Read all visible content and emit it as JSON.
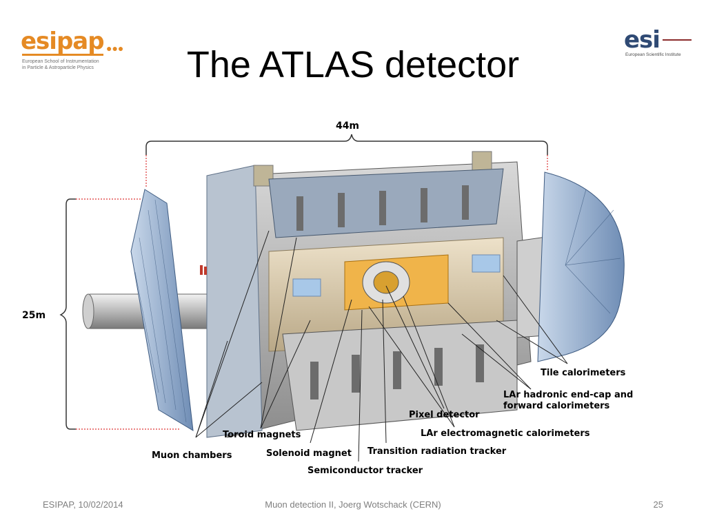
{
  "header": {
    "title": "The ATLAS detector",
    "logo_left": {
      "name": "esipap",
      "subtitle_line1": "European School of Instrumentation",
      "subtitle_line2": "in Particle & Astroparticle Physics"
    },
    "logo_right": {
      "name": "esi",
      "subtitle": "European Scientific Institute"
    }
  },
  "figure": {
    "dimensions": {
      "length": "44m",
      "height": "25m"
    },
    "labels": {
      "tile_calorimeters": "Tile calorimeters",
      "lar_hadronic_1": "LAr hadronic end-cap and",
      "lar_hadronic_2": "forward calorimeters",
      "pixel_detector": "Pixel detector",
      "toroid_magnets": "Toroid magnets",
      "lar_em": "LAr electromagnetic calorimeters",
      "muon_chambers": "Muon chambers",
      "solenoid_magnet": "Solenoid magnet",
      "transition_radiation_tracker": "Transition radiation tracker",
      "semiconductor_tracker": "Semiconductor tracker"
    }
  },
  "footer": {
    "left": "ESIPAP, 10/02/2014",
    "center": "Muon detection II, Joerg Wotschack (CERN)",
    "page_number": "25"
  },
  "colors": {
    "esipap_orange": "#e58a24",
    "esi_blue": "#2f4a74",
    "footer_gray": "#7f7f7f"
  }
}
